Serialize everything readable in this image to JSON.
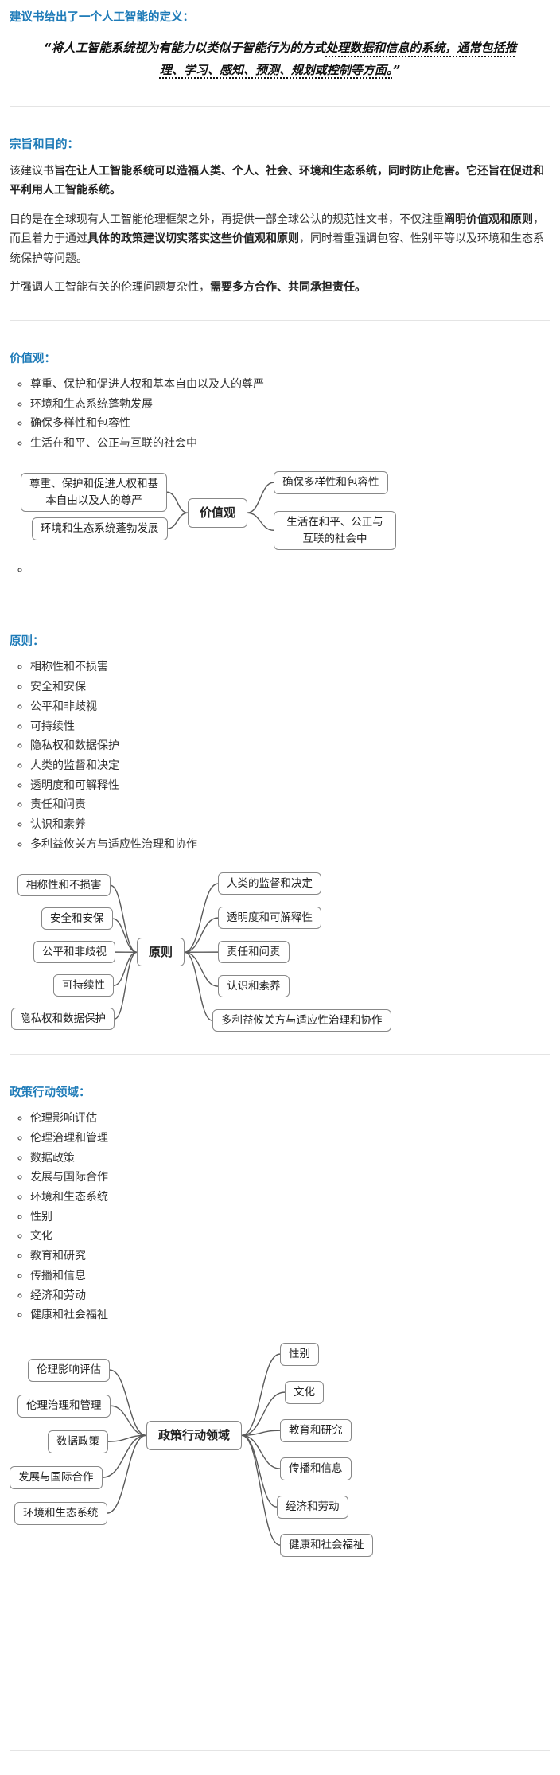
{
  "colors": {
    "accent": "#1e7bb8",
    "body_text": "#333333",
    "node_border": "#888888",
    "connector": "#5a5a5a",
    "divider": "#e4e4e4"
  },
  "definition": {
    "heading": "建议书给出了一个人工智能的定义：",
    "quote_open": "“",
    "quote_plain": "将人工智能系统视为有能力以类似于智能行为的方式",
    "quote_emphasized": "处理数据和信息的系统，通常包括推理、学习、感知、预测、规划或控制等方面。",
    "quote_close": "”"
  },
  "purpose": {
    "heading": "宗旨和目的：",
    "p1": [
      {
        "text": "该建议书",
        "bold": false
      },
      {
        "text": "旨在让人工智能系统可以造福人类、个人、社会、环境和生态系统，同时防止危害。它还旨在促进和平利用人工智能系统。",
        "bold": true
      }
    ],
    "p2": [
      {
        "text": "目的是在全球现有人工智能伦理框架之外，再提供一部全球公认的规范性文书，不仅注重",
        "bold": false
      },
      {
        "text": "阐明价值观和原则",
        "bold": true
      },
      {
        "text": "，而且着力于通过",
        "bold": false
      },
      {
        "text": "具体的政策建议切实落实这些价值观和原则",
        "bold": true
      },
      {
        "text": "，同时着重强调包容、性别平等以及环境和生态系统保护等问题。",
        "bold": false
      }
    ],
    "p3": [
      {
        "text": "并强调人工智能有关的伦理问题复杂性，",
        "bold": false
      },
      {
        "text": "需要多方合作、共同承担责任。",
        "bold": true
      }
    ]
  },
  "values": {
    "heading": "价值观：",
    "items": [
      "尊重、保护和促进人权和基本自由以及人的尊严",
      "环境和生态系统蓬勃发展",
      "确保多样性和包容性",
      "生活在和平、公正与互联的社会中"
    ],
    "map": {
      "center": "价值观",
      "left": [
        "尊重、保护和促进人权和基本自由以及人的尊严",
        "环境和生态系统蓬勃发展"
      ],
      "right": [
        "确保多样性和包容性",
        "生活在和平、公正与互联的社会中"
      ]
    }
  },
  "principles": {
    "heading": "原则：",
    "items": [
      "相称性和不损害",
      "安全和安保",
      "公平和非歧视",
      "可持续性",
      "隐私权和数据保护",
      "人类的监督和决定",
      "透明度和可解释性",
      "责任和问责",
      "认识和素养",
      "多利益攸关方与适应性治理和协作"
    ],
    "map": {
      "center": "原则",
      "left": [
        "相称性和不损害",
        "安全和安保",
        "公平和非歧视",
        "可持续性",
        "隐私权和数据保护"
      ],
      "right": [
        "人类的监督和决定",
        "透明度和可解释性",
        "责任和问责",
        "认识和素养",
        "多利益攸关方与适应性治理和协作"
      ]
    }
  },
  "policy": {
    "heading": "政策行动领域：",
    "items": [
      "伦理影响评估",
      "伦理治理和管理",
      "数据政策",
      "发展与国际合作",
      "环境和生态系统",
      "性别",
      "文化",
      "教育和研究",
      "传播和信息",
      "经济和劳动",
      "健康和社会福祉"
    ],
    "map": {
      "center": "政策行动领域",
      "left": [
        "伦理影响评估",
        "伦理治理和管理",
        "数据政策",
        "发展与国际合作",
        "环境和生态系统"
      ],
      "right": [
        "性别",
        "文化",
        "教育和研究",
        "传播和信息",
        "经济和劳动",
        "健康和社会福祉"
      ]
    }
  }
}
